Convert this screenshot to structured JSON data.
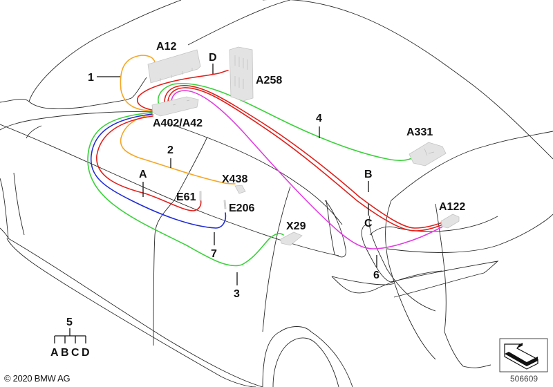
{
  "diagram": {
    "title": "Wiring harness, roof / A-pillar",
    "wire_colors": {
      "orange": "#f5a623",
      "red": "#e0201b",
      "green": "#3bd13b",
      "blue": "#1f2bd6",
      "magenta": "#e03ce0"
    },
    "components": {
      "a12": "A12",
      "a258": "A258",
      "a402_a42": "A402/A42",
      "a331": "A331",
      "a122": "A122",
      "x438": "X438",
      "e61": "E61",
      "e206": "E206",
      "x29": "X29"
    },
    "callouts": {
      "c1": "1",
      "c2": "2",
      "c3": "3",
      "c4": "4",
      "c5": "5",
      "c6": "6",
      "c7": "7",
      "cA": "A",
      "cB": "B",
      "cC": "C",
      "cD": "D"
    },
    "legend_5": {
      "number": "5",
      "letters": [
        "A",
        "B",
        "C",
        "D"
      ]
    },
    "copyright": "© 2020 BMW AG",
    "document_number": "506609",
    "view_icon": "view-direction-arrow-icon"
  }
}
